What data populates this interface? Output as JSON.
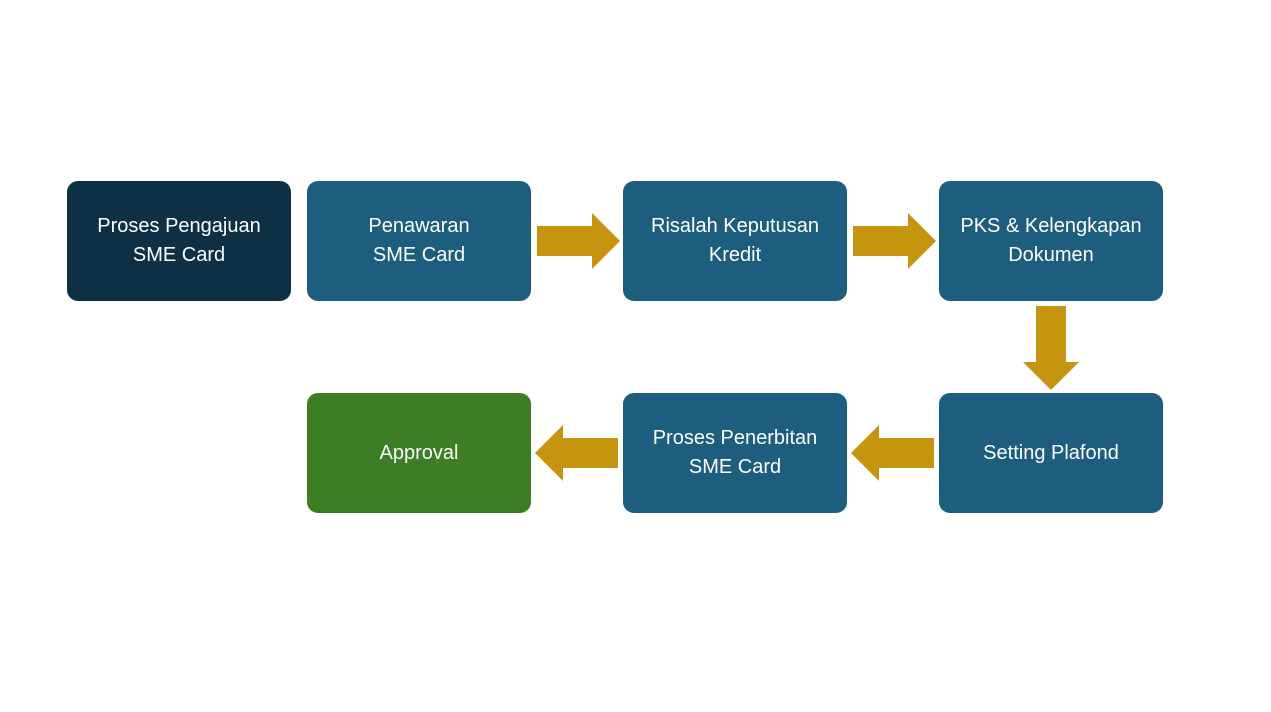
{
  "diagram": {
    "type": "flowchart",
    "background": "#FFFFFF",
    "nodes": [
      {
        "id": "proses-pengajuan-sme-card",
        "line1": "Proses Pengajuan",
        "line2": "SME Card",
        "fill": "#0E3044"
      },
      {
        "id": "penawaran-sme-card",
        "line1": "Penawaran",
        "line2": "SME Card",
        "fill": "#1D5D7E"
      },
      {
        "id": "risalah-keputusan-kredit",
        "line1": "Risalah Keputusan",
        "line2": "Kredit",
        "fill": "#1D5D7E"
      },
      {
        "id": "pks-kelengkapan-dokumen",
        "line1": "PKS & Kelengkapan",
        "line2": "Dokumen",
        "fill": "#1D5D7E"
      },
      {
        "id": "setting-plafond",
        "line1": "Setting Plafond",
        "line2": "",
        "fill": "#1D5D7E"
      },
      {
        "id": "proses-penerbitan-sme-card",
        "line1": "Proses Penerbitan",
        "line2": "SME Card",
        "fill": "#1D5D7E"
      },
      {
        "id": "approval",
        "line1": "Approval",
        "line2": "",
        "fill": "#3D7D23"
      }
    ],
    "connectors": [
      {
        "from": "penawaran-sme-card",
        "to": "risalah-keputusan-kredit",
        "direction": "right"
      },
      {
        "from": "risalah-keputusan-kredit",
        "to": "pks-kelengkapan-dokumen",
        "direction": "right"
      },
      {
        "from": "pks-kelengkapan-dokumen",
        "to": "setting-plafond",
        "direction": "down"
      },
      {
        "from": "setting-plafond",
        "to": "proses-penerbitan-sme-card",
        "direction": "left"
      },
      {
        "from": "proses-penerbitan-sme-card",
        "to": "approval",
        "direction": "left"
      }
    ],
    "colors": {
      "node_dark": "#0E3044",
      "node_teal": "#1D5D7E",
      "node_green": "#3D7D23",
      "arrow_gold": "#C5950F",
      "text": "#FFFFFF",
      "background": "#FFFFFF"
    }
  }
}
